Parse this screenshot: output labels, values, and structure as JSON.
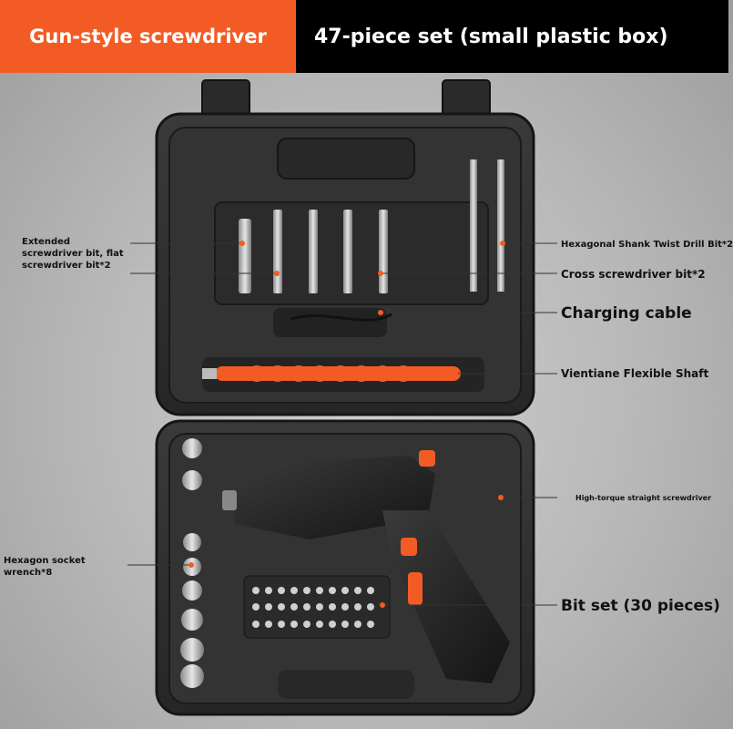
{
  "header": {
    "left_title": "Gun-style screwdriver",
    "right_title": "47-piece set (small plastic box)"
  },
  "callouts": {
    "extended_bit": "Extended screwdriver bit, flat screwdriver bit*2",
    "twist_drill": "Hexagonal Shank Twist Drill Bit*2",
    "cross_bit": "Cross screwdriver bit*2",
    "charging_cable": "Charging cable",
    "flexible_shaft": "Vientiane Flexible Shaft",
    "straight_driver": "High-torque straight screwdriver",
    "socket_wrench": "Hexagon socket wrench*8",
    "bit_set": "Bit set (30 pieces)"
  },
  "colors": {
    "accent": "#f25c24",
    "case": "#2f2f2f",
    "case_dark": "#1e1e1e",
    "label_dot": "#f25c24"
  }
}
